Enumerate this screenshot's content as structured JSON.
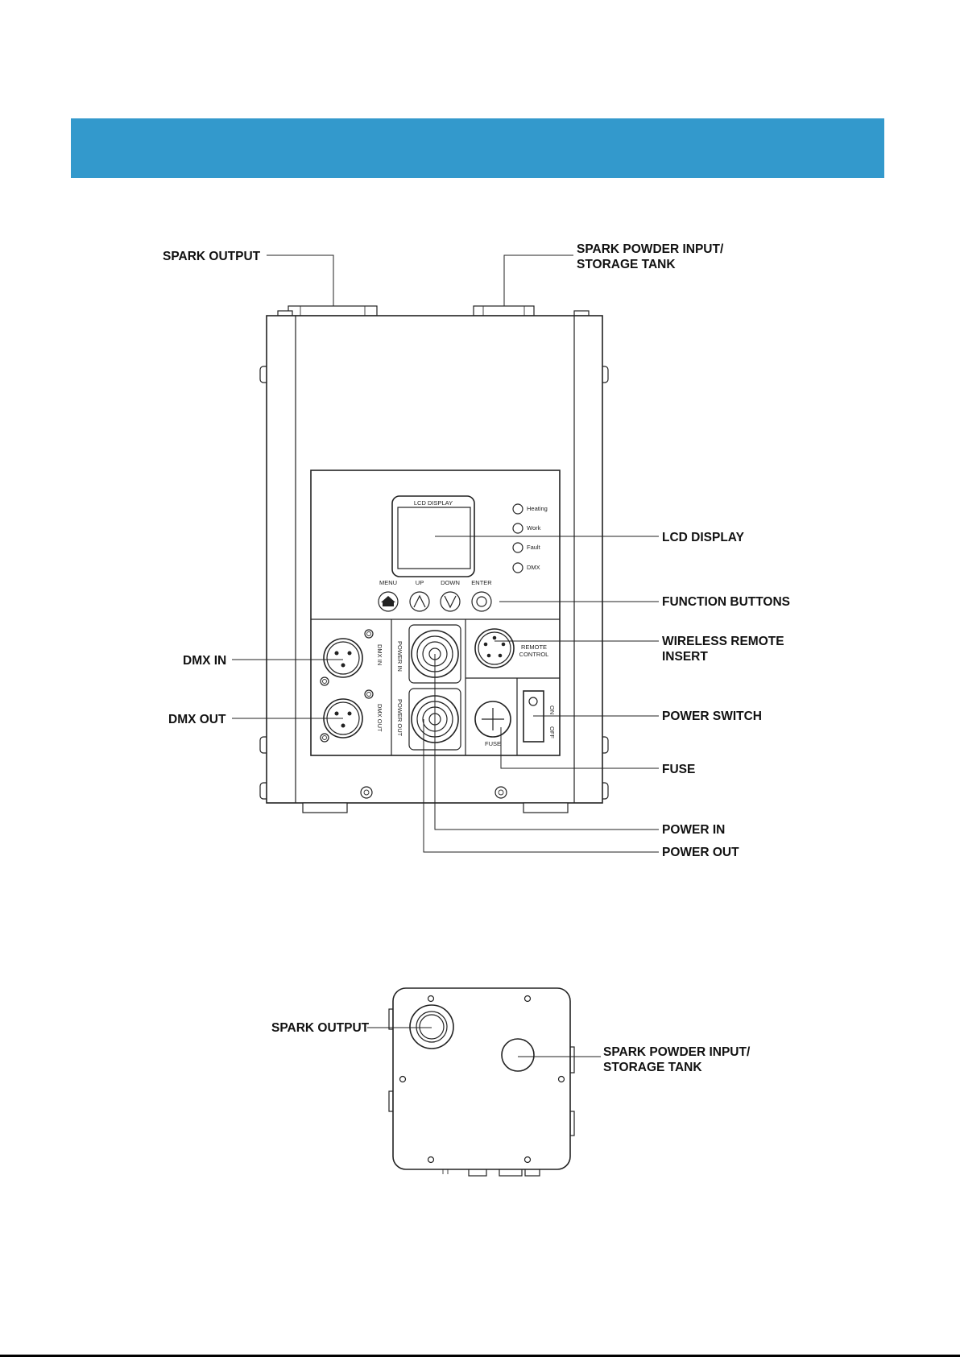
{
  "theme": {
    "banner_color": "#3399cc",
    "line_color": "#222222",
    "rule_color": "#000000"
  },
  "front_view": {
    "callouts": {
      "spark_output": "SPARK OUTPUT",
      "spark_powder_input_line1": "SPARK POWDER INPUT/",
      "spark_powder_input_line2": "STORAGE TANK",
      "lcd_display": "LCD DISPLAY",
      "function_buttons": "FUNCTION BUTTONS",
      "wireless_remote_line1": "WIRELESS REMOTE",
      "wireless_remote_line2": "INSERT",
      "dmx_in": "DMX IN",
      "dmx_out": "DMX OUT",
      "power_switch": "POWER SWITCH",
      "fuse": "FUSE",
      "power_in": "POWER IN",
      "power_out": "POWER OUT"
    },
    "panel_labels": {
      "lcd_display": "LCD DISPLAY",
      "indicators": [
        "Heating",
        "Work",
        "Fault",
        "DMX"
      ],
      "buttons": [
        "MENU",
        "UP",
        "DOWN",
        "ENTER"
      ],
      "dmx_in": "DMX IN",
      "dmx_out": "DMX OUT",
      "power_in": "POWER IN",
      "power_out": "POWER OUT",
      "remote_line1": "REMOTE",
      "remote_line2": "CONTROL",
      "fuse": "FUSE",
      "switch_on": "ON",
      "switch_off": "OFF"
    }
  },
  "top_view": {
    "callouts": {
      "spark_output": "SPARK OUTPUT",
      "spark_powder_input_line1": "SPARK POWDER INPUT/",
      "spark_powder_input_line2": "STORAGE TANK"
    }
  }
}
